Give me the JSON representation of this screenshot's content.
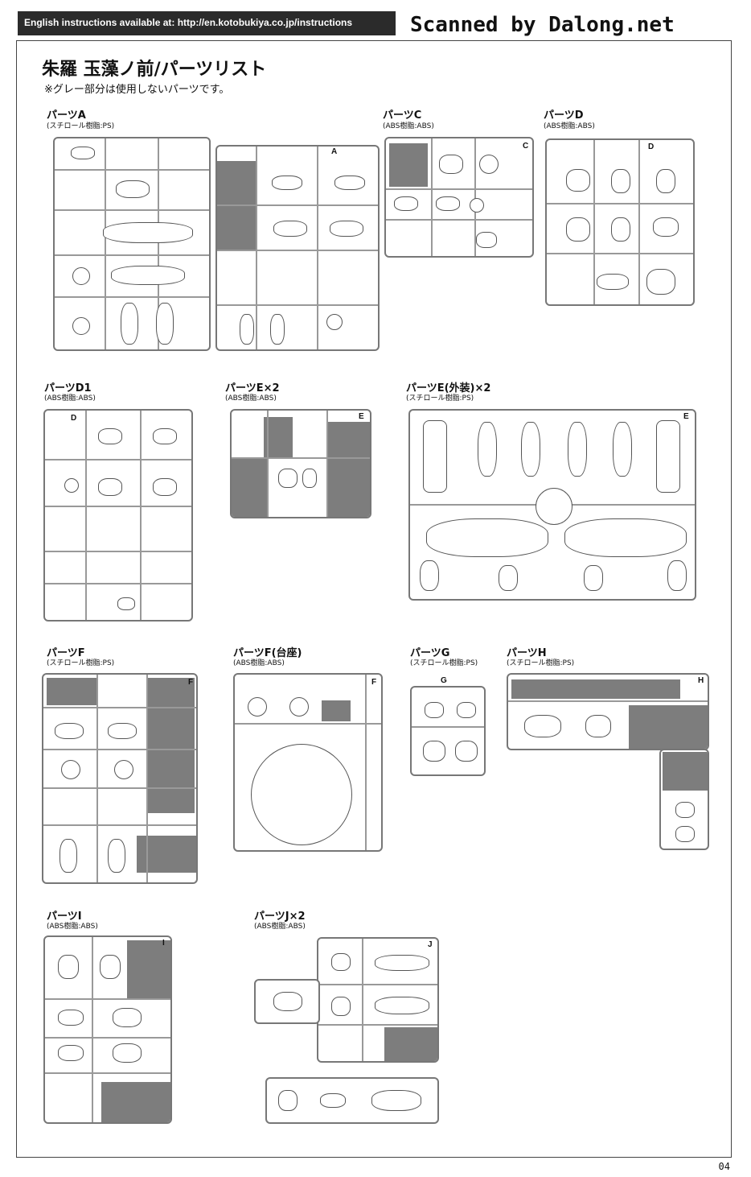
{
  "header": {
    "english_link": "English instructions available at: http://en.kotobukiya.co.jp/instructions"
  },
  "watermark": "Scanned by Dalong.net",
  "page": {
    "title": "朱羅 玉藻ノ前/パーツリスト",
    "note": "※グレー部分は使用しないパーツです。",
    "page_number": "04"
  },
  "runners": [
    {
      "id": "A",
      "name": "パーツA",
      "material": "(スチロール樹脂:PS)",
      "tag": "A"
    },
    {
      "id": "C",
      "name": "パーツC",
      "material": "(ABS樹脂:ABS)",
      "tag": "C"
    },
    {
      "id": "D",
      "name": "パーツD",
      "material": "(ABS樹脂:ABS)",
      "tag": "D"
    },
    {
      "id": "D1",
      "name": "パーツD1",
      "material": "(ABS樹脂:ABS)",
      "tag": "D"
    },
    {
      "id": "E2",
      "name": "パーツE×2",
      "material": "(ABS樹脂:ABS)",
      "tag": "E"
    },
    {
      "id": "Eg",
      "name": "パーツE(外装)×2",
      "material": "(スチロール樹脂:PS)",
      "tag": "E"
    },
    {
      "id": "F",
      "name": "パーツF",
      "material": "(スチロール樹脂:PS)",
      "tag": "F"
    },
    {
      "id": "Fb",
      "name": "パーツF(台座)",
      "material": "(ABS樹脂:ABS)",
      "tag": "F"
    },
    {
      "id": "G",
      "name": "パーツG",
      "material": "(スチロール樹脂:PS)",
      "tag": "G"
    },
    {
      "id": "H",
      "name": "パーツH",
      "material": "(スチロール樹脂:PS)",
      "tag": "H"
    },
    {
      "id": "I",
      "name": "パーツI",
      "material": "(ABS樹脂:ABS)",
      "tag": "I"
    },
    {
      "id": "J",
      "name": "パーツJ×2",
      "material": "(ABS樹脂:ABS)",
      "tag": "J"
    }
  ]
}
